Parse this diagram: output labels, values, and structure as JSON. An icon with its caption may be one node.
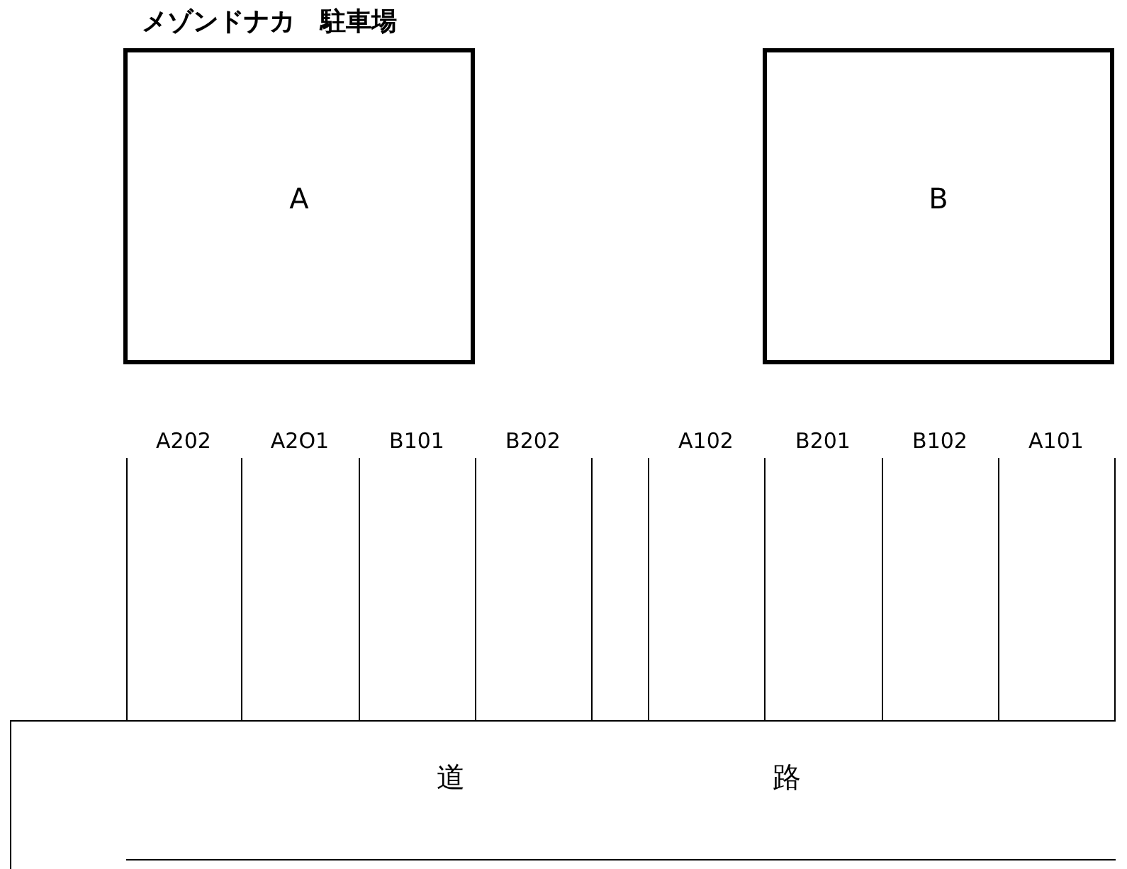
{
  "diagram": {
    "title": "メゾンドナカ　駐車場",
    "nodes": [
      {
        "text": [
          "A"
        ]
      },
      {
        "text": [
          "B"
        ]
      },
      {
        "text": [
          "道",
          "路"
        ]
      }
    ],
    "edges": [],
    "labels": [
      "A202",
      "A2O1",
      "B101",
      "B202",
      "A102",
      "B201",
      "B102",
      "A101"
    ]
  }
}
